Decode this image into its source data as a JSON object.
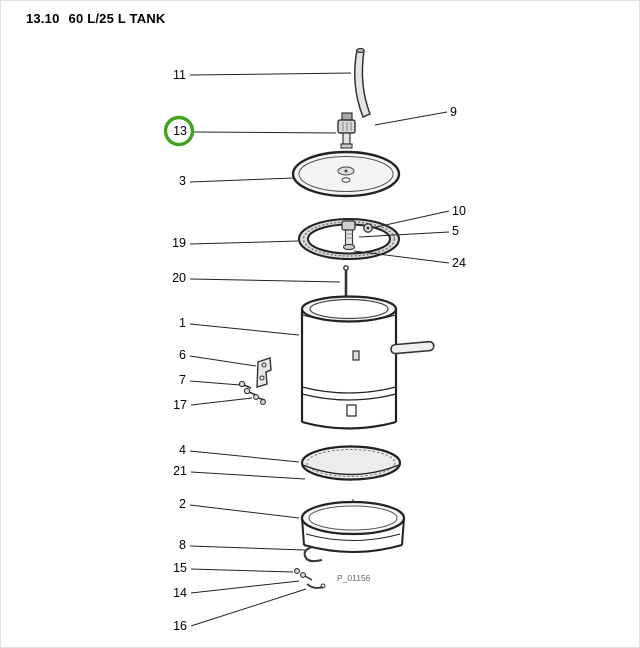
{
  "title": {
    "section": "13.10",
    "name": "60 L/25 L TANK"
  },
  "diagram": {
    "part_code": "P_01156",
    "highlight": {
      "item": "13",
      "color": "#3fa31c"
    },
    "labels": [
      {
        "id": "11"
      },
      {
        "id": "9"
      },
      {
        "id": "13"
      },
      {
        "id": "3"
      },
      {
        "id": "10"
      },
      {
        "id": "5"
      },
      {
        "id": "19"
      },
      {
        "id": "24"
      },
      {
        "id": "20"
      },
      {
        "id": "1"
      },
      {
        "id": "6"
      },
      {
        "id": "7"
      },
      {
        "id": "17"
      },
      {
        "id": "4"
      },
      {
        "id": "21"
      },
      {
        "id": "2"
      },
      {
        "id": "8"
      },
      {
        "id": "15"
      },
      {
        "id": "14"
      },
      {
        "id": "16"
      }
    ]
  }
}
